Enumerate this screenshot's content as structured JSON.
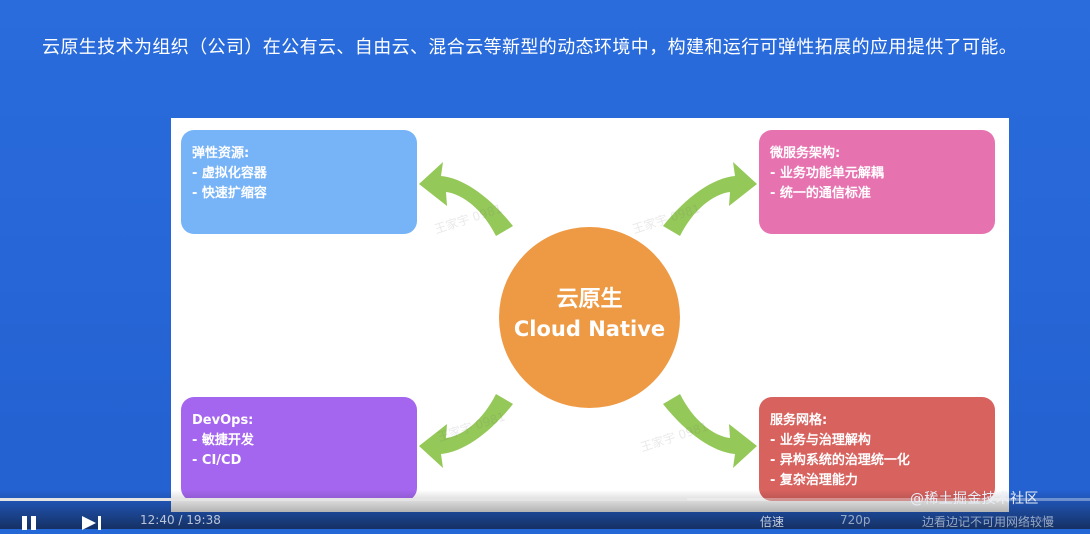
{
  "slide": {
    "intro_text": "云原生技术为组织（公司）在公有云、自由云、混合云等新型的动态环境中，构建和运行可弹性拓展的应用提供了可能。"
  },
  "diagram": {
    "center": {
      "title_cn": "云原生",
      "title_en": "Cloud Native"
    },
    "cards": {
      "elastic": {
        "title": "弹性资源:",
        "items": [
          "- 虚拟化容器",
          "- 快速扩缩容"
        ]
      },
      "micro": {
        "title": "微服务架构:",
        "items": [
          "- 业务功能单元解耦",
          "- 统一的通信标准"
        ]
      },
      "devops": {
        "title": "DevOps:",
        "items": [
          "- 敏捷开发",
          "- CI/CD"
        ]
      },
      "mesh": {
        "title": "服务网格:",
        "items": [
          "- 业务与治理解构",
          "- 异构系统的治理统一化",
          "- 复杂治理能力"
        ]
      }
    },
    "colors": {
      "elastic": "#77b3f7",
      "micro": "#e772b0",
      "devops": "#a466ee",
      "mesh": "#d7625e",
      "center": "#ee9a45",
      "arrow": "#8bc34a"
    },
    "watermark_text": "王家宇 0981"
  },
  "player": {
    "play_icon": "pause-icon",
    "next_icon": "next-icon",
    "time": "12:40 / 19:38",
    "speed": "倍速",
    "quality": "720p",
    "hint": "边看边记不可用网络较慢",
    "progress": 0.63
  },
  "site_watermark": "@稀土掘金技术社区"
}
